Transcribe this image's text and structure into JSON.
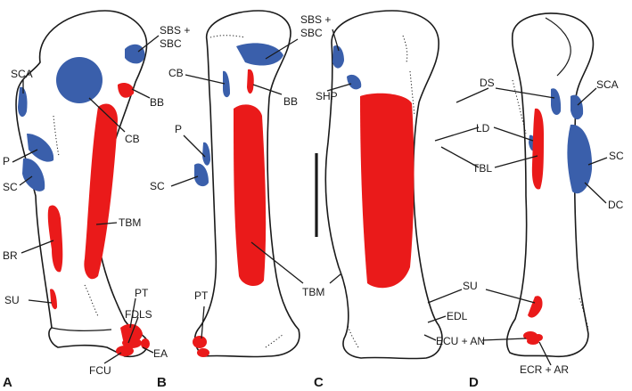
{
  "colors": {
    "origin": "#3a5fab",
    "insertion": "#ea1a1a",
    "outline": "#1a1a1a"
  },
  "panels": [
    "A",
    "B",
    "C",
    "D"
  ],
  "labels": {
    "a_sbs_sbc_1": "SBS +",
    "a_sbs_sbc_2": "SBC",
    "a_sca": "SCA",
    "a_bb": "BB",
    "a_cb": "CB",
    "a_p": "P",
    "a_sc": "SC",
    "a_tbm": "TBM",
    "a_br": "BR",
    "a_su": "SU",
    "a_pt": "PT",
    "a_fdls": "FDLS",
    "a_ea": "EA",
    "a_fcu": "FCU",
    "b_sbs_sbc_1": "SBS +",
    "b_sbs_sbc_2": "SBC",
    "b_cb": "CB",
    "b_bb": "BB",
    "b_p": "P",
    "b_sc": "SC",
    "b_pt": "PT",
    "c_shp": "SHP",
    "tbm_shared": "TBM",
    "d_ds": "DS",
    "d_sca": "SCA",
    "d_ld": "LD",
    "d_tbl": "TBL",
    "d_sc": "SC",
    "d_dc": "DC",
    "d_su": "SU",
    "d_edl": "EDL",
    "d_ecu_an": "ECU + AN",
    "d_ecr_ar": "ECR + AR"
  }
}
